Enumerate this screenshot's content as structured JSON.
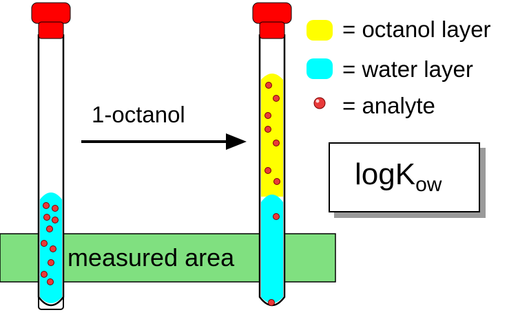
{
  "arrow_label": "1-octanol",
  "measured_area_label": "measured area",
  "legend": {
    "octanol": {
      "label": "= octanol layer",
      "color": "#ffff00"
    },
    "water": {
      "label": "= water layer",
      "color": "#00ffff"
    },
    "analyte": {
      "label": "= analyte",
      "color": "#e83a3a"
    }
  },
  "coefficient": {
    "main": "logK",
    "subscript": "ow"
  },
  "colors": {
    "cap": "#ff0000",
    "measured_area": "#80e080",
    "outline": "#000000"
  }
}
